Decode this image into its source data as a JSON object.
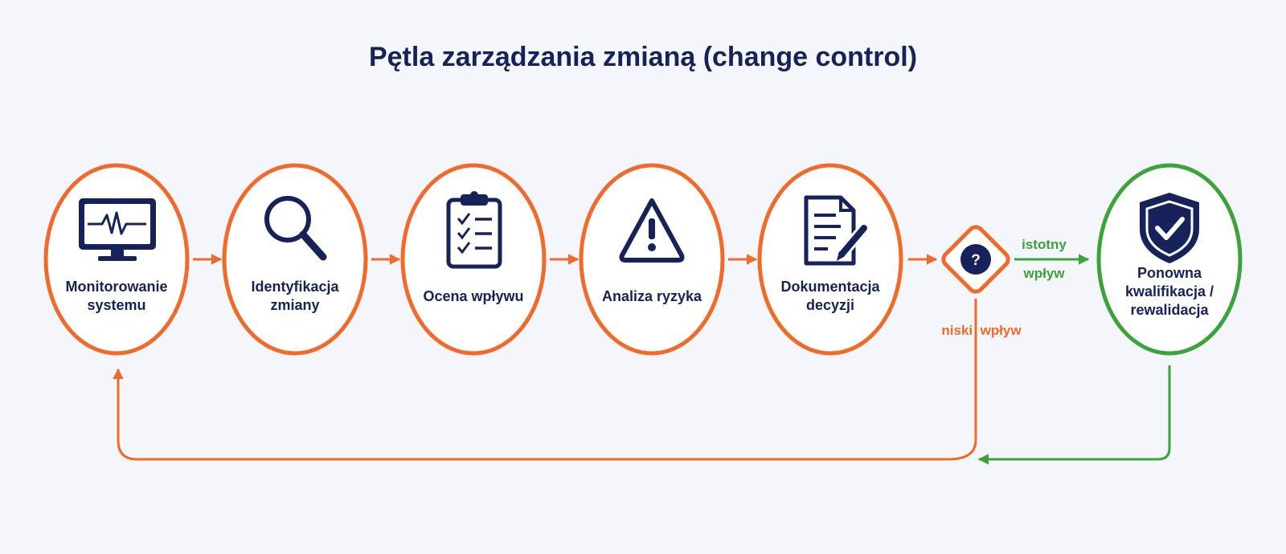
{
  "title": "Pętla zarządzania zmianą (change control)",
  "colors": {
    "accent": "#f26a2a",
    "positive": "#3aa33a",
    "ink": "#15235a",
    "background": "#f4f6fb"
  },
  "nodes": [
    {
      "label": "Monitorowanie systemu",
      "icon": "monitor-heartbeat-icon"
    },
    {
      "label": "Identyfikacja zmiany",
      "icon": "magnifier-icon"
    },
    {
      "label": "Ocena wpływu",
      "icon": "clipboard-checklist-icon"
    },
    {
      "label": "Analiza ryzyka",
      "icon": "warning-triangle-icon"
    },
    {
      "label": "Dokumentacja decyzji",
      "icon": "document-pen-icon"
    },
    {
      "label": "Ponowna kwalifikacja / rewalidacja",
      "icon": "shield-check-icon"
    }
  ],
  "decision": {
    "symbol": "?",
    "icon": "question-diamond-icon"
  },
  "edges": {
    "significant": {
      "line1": "istotny",
      "line2": "wpływ"
    },
    "low": {
      "label": "niski  wpływ"
    }
  }
}
